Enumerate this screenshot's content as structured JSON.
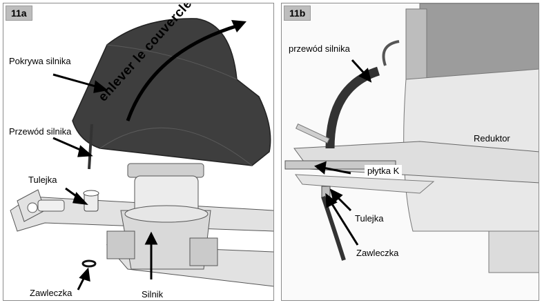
{
  "panel_a": {
    "tag": "11a",
    "labels": {
      "cover": "Pokrywa silnika",
      "wire": "Przewód silnika",
      "bushing": "Tulejka",
      "pin": "Zawleczka",
      "motor": "Silnik",
      "instruction": "enlever le couvercle"
    }
  },
  "panel_b": {
    "tag": "11b",
    "labels": {
      "wire": "przewód silnika",
      "gearbox": "Reduktor",
      "plate": "płytka K",
      "bushing": "Tulejka",
      "pin": "Zawleczka"
    }
  },
  "colors": {
    "cover": "#3e3e3e",
    "metal": "#d6d6d6",
    "tag_bg": "#bdbdbd"
  }
}
